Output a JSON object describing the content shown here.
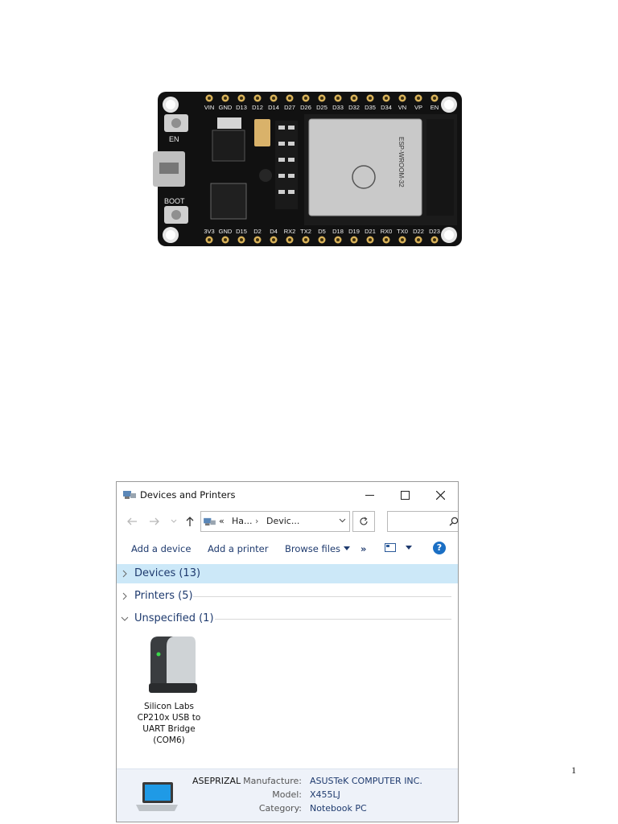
{
  "board": {
    "top_pins": [
      "VIN",
      "GND",
      "D13",
      "D12",
      "D14",
      "D27",
      "D26",
      "D25",
      "D33",
      "D32",
      "D35",
      "D34",
      "VN",
      "VP",
      "EN"
    ],
    "bottom_pins": [
      "3V3",
      "GND",
      "D15",
      "D2",
      "D4",
      "RX2",
      "TX2",
      "D5",
      "D18",
      "D19",
      "D21",
      "RX0",
      "TX0",
      "D22",
      "D23"
    ],
    "buttons": [
      "EN",
      "BOOT"
    ],
    "module_name": "ESP-WROOM-32",
    "colors": {
      "pcb": "#101010",
      "shield": "#c9c9c9",
      "pin_gold": "#d8b25a"
    }
  },
  "window": {
    "title": "Devices and Printers",
    "address": {
      "prefix": "«",
      "crumb1": "Ha...",
      "crumb2": "Devic..."
    },
    "commands": {
      "add_device": "Add a device",
      "add_printer": "Add a printer",
      "browse_files": "Browse files",
      "more": "»"
    },
    "groups": [
      {
        "label": "Devices (13)",
        "expanded": false,
        "selected": true
      },
      {
        "label": "Printers (5)",
        "expanded": false,
        "selected": false
      },
      {
        "label": "Unspecified (1)",
        "expanded": true,
        "selected": false
      }
    ],
    "device": {
      "line1": "Silicon Labs",
      "line2": "CP210x USB to",
      "line3": "UART Bridge",
      "line4": "(COM6)"
    },
    "details": {
      "name": "ASEPRIZAL",
      "manufacturer_key": "Manufacture:",
      "manufacturer_val": "ASUSTeK COMPUTER INC.",
      "model_key": "Model:",
      "model_val": "X455LJ",
      "category_key": "Category:",
      "category_val": "Notebook PC"
    },
    "colors": {
      "selection": "#cce8f8",
      "link_text": "#1e3a6e",
      "help": "#1b6fc4"
    }
  },
  "page_number": "1"
}
